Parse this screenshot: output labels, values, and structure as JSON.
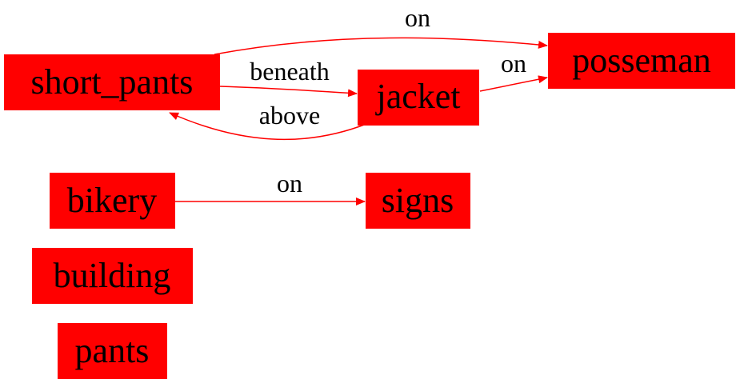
{
  "diagram": {
    "colors": {
      "node_fill": "#ff0000",
      "edge": "#ff0000",
      "text": "#000000"
    },
    "nodes": {
      "short_pants": "short_pants",
      "jacket": "jacket",
      "posseman": "posseman",
      "bikery": "bikery",
      "signs": "signs",
      "building": "building",
      "pants": "pants"
    },
    "edges": [
      {
        "from": "short_pants",
        "to": "posseman",
        "label": "on"
      },
      {
        "from": "short_pants",
        "to": "jacket",
        "label": "beneath"
      },
      {
        "from": "jacket",
        "to": "posseman",
        "label": "on"
      },
      {
        "from": "jacket",
        "to": "short_pants",
        "label": "above"
      },
      {
        "from": "bikery",
        "to": "signs",
        "label": "on"
      }
    ]
  }
}
